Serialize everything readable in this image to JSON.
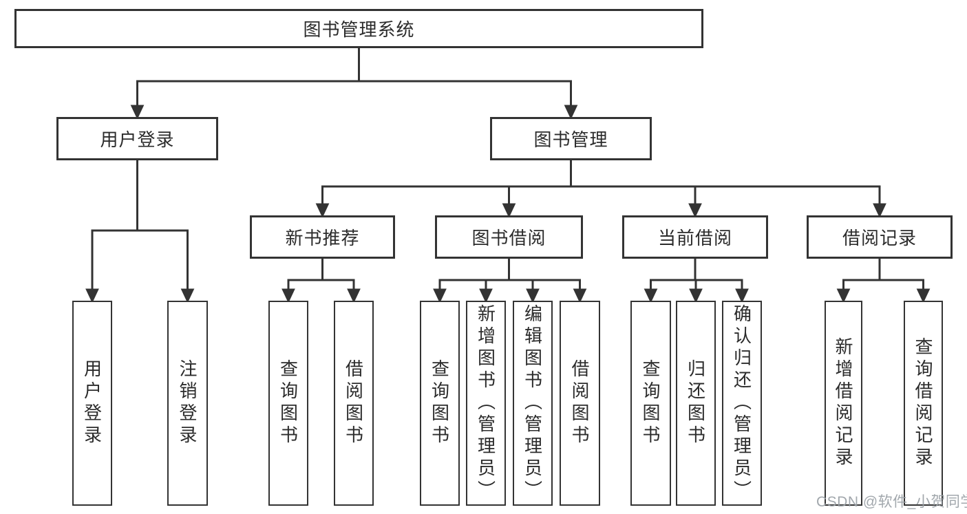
{
  "diagram_type": "functional-structure-tree",
  "tree": {
    "label": "图书管理系统",
    "children": [
      {
        "label": "用户登录",
        "children": [
          {
            "label": "用户登录"
          },
          {
            "label": "注销登录"
          }
        ]
      },
      {
        "label": "图书管理",
        "children": [
          {
            "label": "新书推荐",
            "children": [
              {
                "label": "查询图书"
              },
              {
                "label": "借阅图书"
              }
            ]
          },
          {
            "label": "图书借阅",
            "children": [
              {
                "label": "查询图书"
              },
              {
                "label": "新增图书（管理员）"
              },
              {
                "label": "编辑图书（管理员）"
              },
              {
                "label": "借阅图书"
              }
            ]
          },
          {
            "label": "当前借阅",
            "children": [
              {
                "label": "查询图书"
              },
              {
                "label": "归还图书"
              },
              {
                "label": "确认归还（管理员）"
              }
            ]
          },
          {
            "label": "借阅记录",
            "children": [
              {
                "label": "新增借阅记录"
              },
              {
                "label": "查询借阅记录"
              }
            ]
          }
        ]
      }
    ]
  },
  "watermark": {
    "text": "CSDN @软件_小贺同学"
  },
  "colors": {
    "line": "#333333",
    "box_border": "#333333",
    "text": "#2b2b2b",
    "background": "#ffffff",
    "watermark": "#9aa0a6"
  }
}
